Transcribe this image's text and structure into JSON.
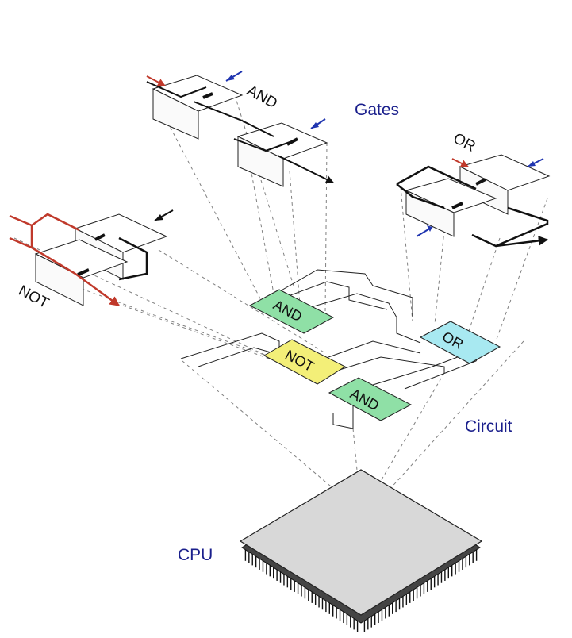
{
  "labels": {
    "gates": "Gates",
    "circuit": "Circuit",
    "cpu": "CPU"
  },
  "gate_labels": {
    "and_top": "AND",
    "or_top": "OR",
    "not_left": "NOT"
  },
  "circuit_blocks": {
    "and_upper": "AND",
    "not_mid": "NOT",
    "and_lower": "AND",
    "or_right": "OR"
  },
  "colors": {
    "caption": "#1a1f8c",
    "and_block": "#8fe0a6",
    "not_block": "#f3ef78",
    "or_block": "#a8e9f1",
    "chip_top": "#d8d8d8",
    "dash": "#808080",
    "input_arrow_red": "#c0392b",
    "input_arrow_blue": "#2035b0"
  },
  "icons": {
    "switch": "switch-contact-icon",
    "arrow": "signal-arrow-icon"
  }
}
